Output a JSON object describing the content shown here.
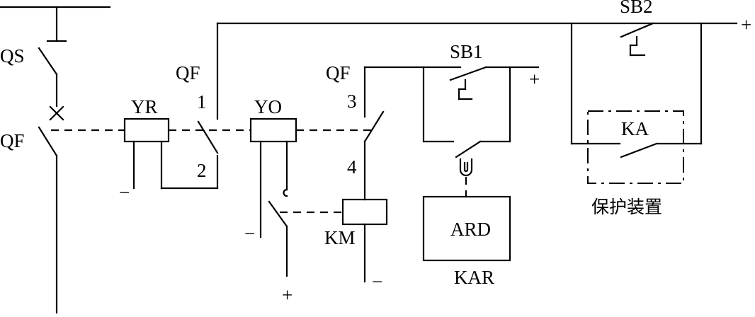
{
  "labels": {
    "qs": "QS",
    "qf_breaker": "QF",
    "qf_aux_a": "QF",
    "qf_aux_b": "QF",
    "yr": "YR",
    "yo": "YO",
    "km": "KM",
    "ka": "KA",
    "ard": "ARD",
    "kar": "KAR",
    "sb1": "SB1",
    "sb2": "SB2",
    "protection": "保护装置",
    "term_1": "1",
    "term_2": "2",
    "term_3": "3",
    "term_4": "4"
  },
  "polarity": {
    "pos": "+",
    "neg": "−",
    "neg_short": "−"
  }
}
